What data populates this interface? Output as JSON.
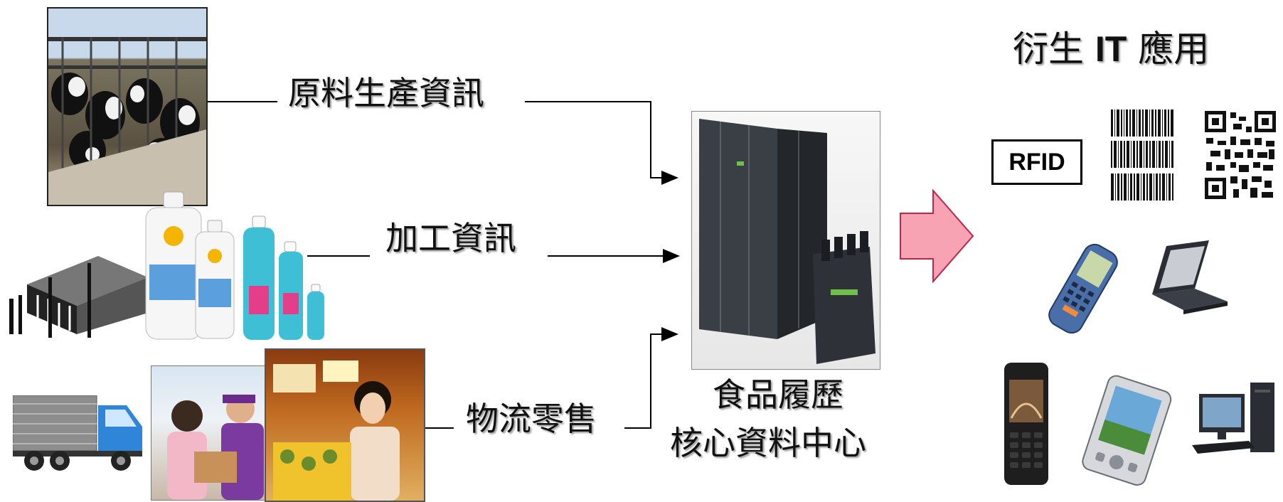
{
  "flow": {
    "raw_material_label": "原料生產資訊",
    "processing_label": "加工資訊",
    "logistics_label": "物流零售"
  },
  "center": {
    "line1": "食品履歷",
    "line2": "核心資料中心"
  },
  "apps": {
    "title_prefix": "衍生",
    "title_it": "IT",
    "title_suffix": "應用",
    "rfid_label": "RFID"
  },
  "colors": {
    "big_arrow": "#f7a3b4",
    "line": "#000000"
  }
}
